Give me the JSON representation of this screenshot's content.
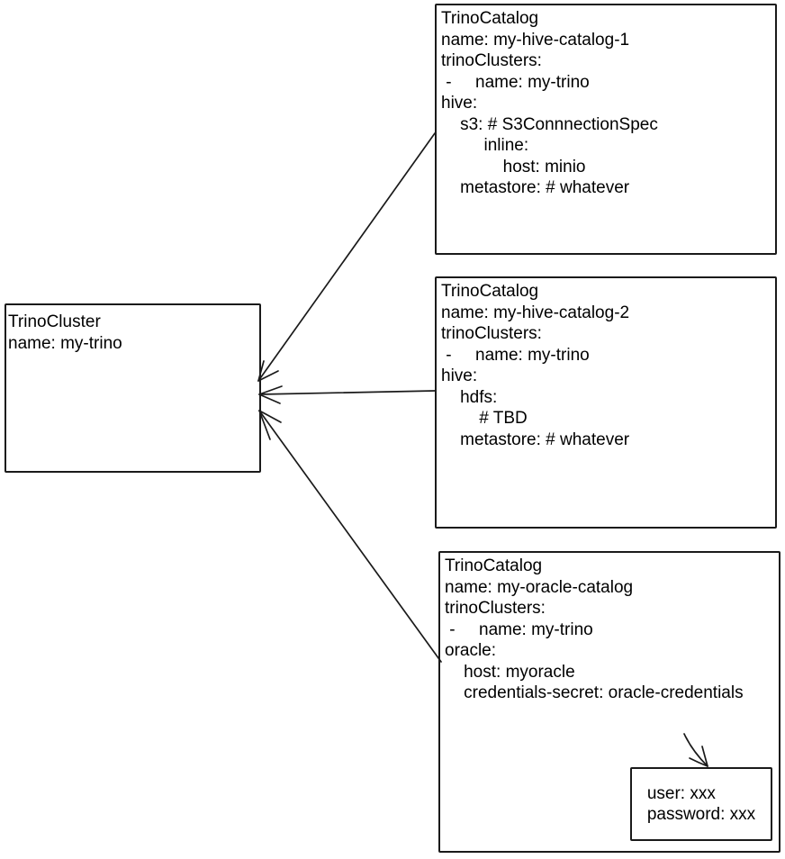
{
  "colors": {
    "ink": "#1a1a1a",
    "background": "#ffffff"
  },
  "cluster_box": {
    "title": "TrinoCluster",
    "lines": [
      "name: my-trino"
    ]
  },
  "catalog_boxes": [
    {
      "title": "TrinoCatalog",
      "lines": [
        "name: my-hive-catalog-1",
        "trinoClusters:",
        " -     name: my-trino",
        "hive:",
        "    s3: # S3ConnnectionSpec",
        "         inline:",
        "             host: minio",
        "    metastore: # whatever"
      ]
    },
    {
      "title": "TrinoCatalog",
      "lines": [
        "name: my-hive-catalog-2",
        "trinoClusters:",
        " -     name: my-trino",
        "hive:",
        "    hdfs:",
        "        # TBD",
        "    metastore: # whatever"
      ]
    },
    {
      "title": "TrinoCatalog",
      "lines": [
        "name: my-oracle-catalog",
        "trinoClusters:",
        " -     name: my-trino",
        "oracle:",
        "    host: myoracle",
        "    credentials-secret: oracle-credentials"
      ]
    }
  ],
  "secret_box": {
    "lines": [
      "user: xxx",
      "password: xxx"
    ]
  },
  "connectors": [
    {
      "from": "TrinoCatalog my-hive-catalog-1",
      "to": "TrinoCluster my-trino",
      "style": "arrow"
    },
    {
      "from": "TrinoCatalog my-hive-catalog-2",
      "to": "TrinoCluster my-trino",
      "style": "arrow"
    },
    {
      "from": "TrinoCatalog my-oracle-catalog",
      "to": "TrinoCluster my-trino",
      "style": "arrow"
    },
    {
      "from": "credentials-secret: oracle-credentials",
      "to": "secret contents box (user/password)",
      "style": "arrow"
    }
  ]
}
